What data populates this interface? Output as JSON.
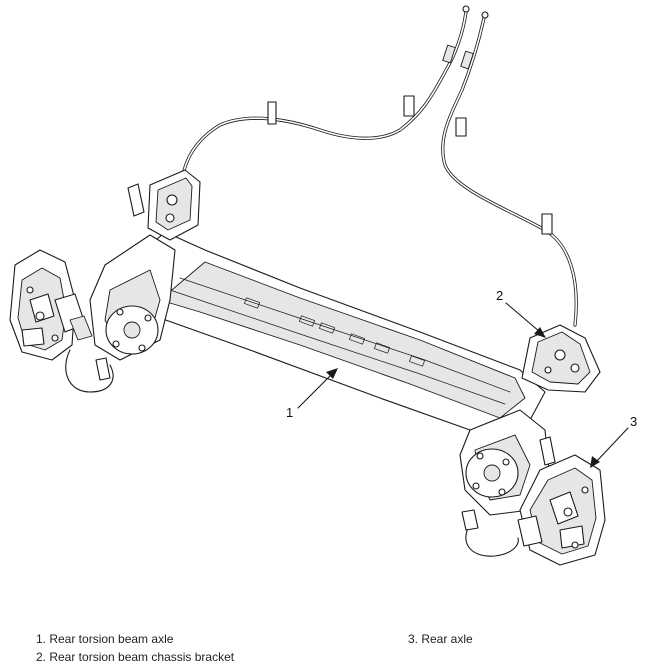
{
  "callouts": {
    "c1": "1",
    "c2": "2",
    "c3": "3"
  },
  "legend": {
    "item1": "1. Rear torsion beam axle",
    "item2": "2. Rear torsion beam chassis bracket",
    "item3": "3. Rear axle"
  }
}
